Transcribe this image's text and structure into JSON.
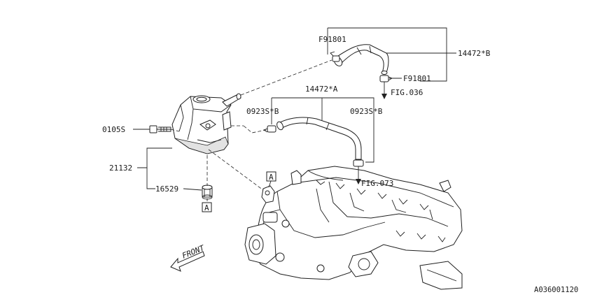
{
  "labels": {
    "f91801_top": "F91801",
    "f91801_right": "F91801",
    "p14472b": "14472*B",
    "fig036": "FIG.036",
    "p14472a": "14472*A",
    "p0923sb_left": "0923S*B",
    "p0923sb_right": "0923S*B",
    "p0105s": "0105S",
    "p21132": "21132",
    "p16529": "16529",
    "fig073": "FIG.073",
    "ref_a_upper": "A",
    "ref_a_lower": "A",
    "front": "FRONT"
  },
  "drawing_code": "A036001120"
}
